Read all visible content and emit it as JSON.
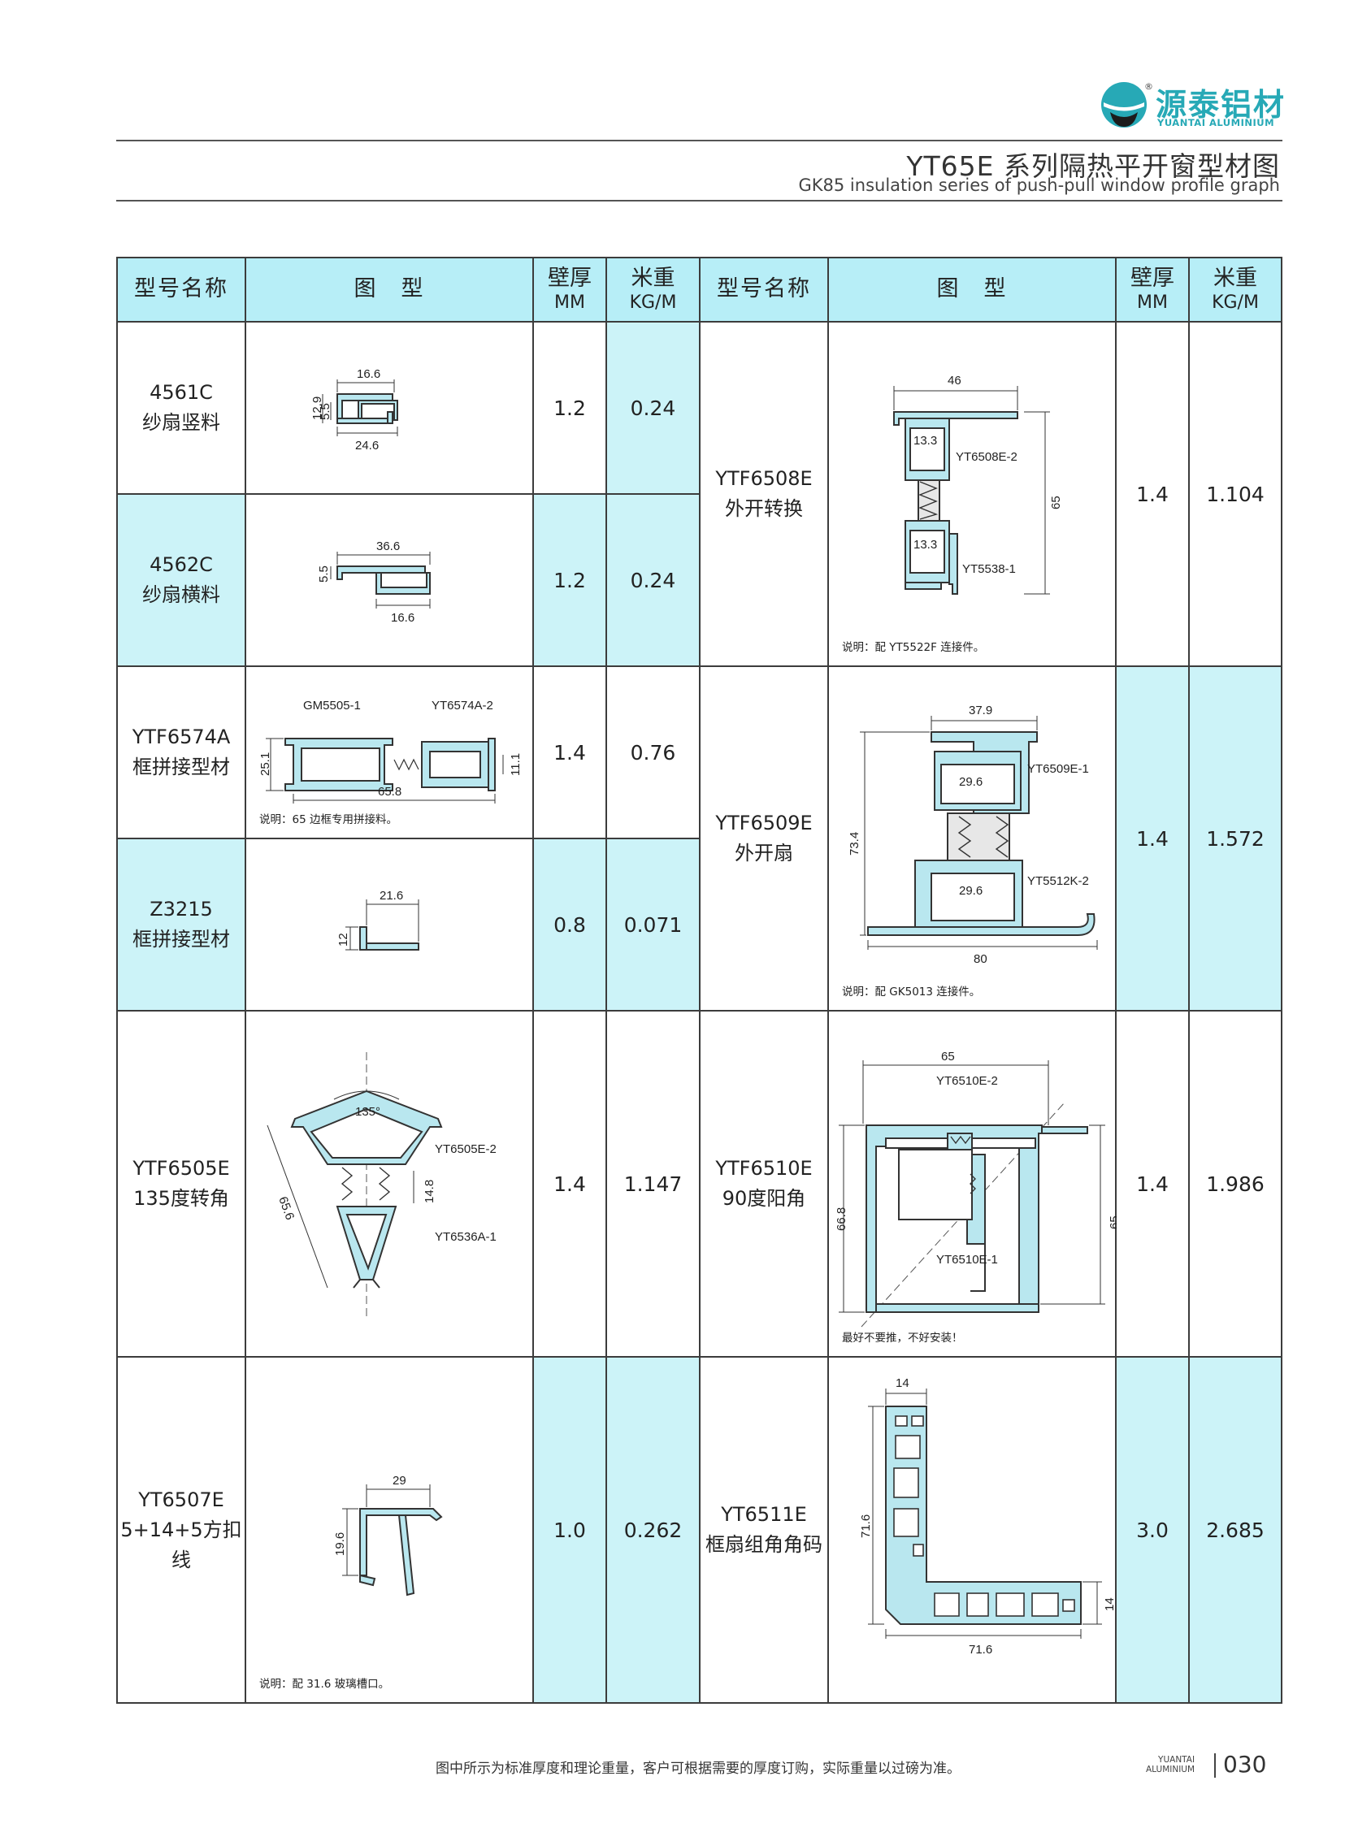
{
  "brand": {
    "name_cn": "源泰铝材",
    "name_en": "YUANTAI ALUMINIUM",
    "registered": "®",
    "accent": "#27a9b6"
  },
  "page_title": {
    "cn": "YT65E 系列隔热平开窗型材图",
    "en": "GK85 insulation series of push-pull window profile graph"
  },
  "table": {
    "header": {
      "model": "型号名称",
      "drawing": "图　型",
      "wall": "壁厚",
      "wall_unit": "MM",
      "weight": "米重",
      "weight_unit": "KG/M"
    },
    "left": [
      {
        "code": "4561C",
        "desc": "纱扇竖料",
        "wall": "1.2",
        "weight": "0.24",
        "dims": [
          "16.6",
          "12.9",
          "5.5",
          "24.6"
        ]
      },
      {
        "code": "4562C",
        "desc": "纱扇横料",
        "wall": "1.2",
        "weight": "0.24",
        "dims": [
          "36.6",
          "5.5",
          "16.6"
        ]
      },
      {
        "code": "YTF6574A",
        "desc": "框拼接型材",
        "wall": "1.4",
        "weight": "0.76",
        "dims": [
          "GM5505-1",
          "YT6574A-2",
          "25.1",
          "11.1",
          "65.8"
        ],
        "note": "说明：65 边框专用拼接料。"
      },
      {
        "code": "Z3215",
        "desc": "框拼接型材",
        "wall": "0.8",
        "weight": "0.071",
        "dims": [
          "21.6",
          "12"
        ]
      },
      {
        "code": "YTF6505E",
        "desc": "135度转角",
        "wall": "1.4",
        "weight": "1.147",
        "dims": [
          "135°",
          "YT6505E-2",
          "14.8",
          "YT6536A-1",
          "65.6"
        ]
      },
      {
        "code": "YT6507E",
        "desc": "5+14+5方扣线",
        "wall": "1.0",
        "weight": "0.262",
        "dims": [
          "29",
          "19.6"
        ],
        "note": "说明：配 31.6 玻璃槽口。"
      }
    ],
    "right": [
      {
        "code": "YTF6508E",
        "desc": "外开转换",
        "wall": "1.4",
        "weight": "1.104",
        "dims": [
          "46",
          "13.3",
          "YT6508E-2",
          "65",
          "13.3",
          "YT5538-1"
        ],
        "note": "说明：配 YT5522F 连接件。"
      },
      {
        "code": "YTF6509E",
        "desc": "外开扇",
        "wall": "1.4",
        "weight": "1.572",
        "dims": [
          "37.9",
          "YT6509E-1",
          "29.6",
          "73.4",
          "29.6",
          "YT5512K-2",
          "80"
        ],
        "note": "说明：配 GK5013 连接件。"
      },
      {
        "code": "YTF6510E",
        "desc": "90度阳角",
        "wall": "1.4",
        "weight": "1.986",
        "dims": [
          "65",
          "YT6510E-2",
          "66.8",
          "65",
          "YT6510E-1"
        ],
        "note": "最好不要推，不好安装！"
      },
      {
        "code": "YT6511E",
        "desc": "框扇组角角码",
        "wall": "3.0",
        "weight": "2.685",
        "dims": [
          "14",
          "71.6",
          "14",
          "71.6"
        ]
      }
    ]
  },
  "footer": {
    "note": "图中所示为标准厚度和理论重量，客户可根据需要的厚度订购，实际重量以过磅为准。",
    "brand_line1": "YUANTAI",
    "brand_line2": "ALUMINIUM",
    "page_number": "030"
  }
}
